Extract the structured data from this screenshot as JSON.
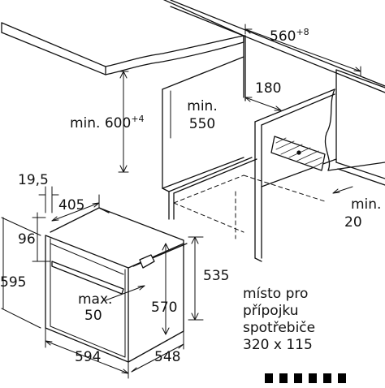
{
  "dimensions": {
    "cabinet_width": {
      "value": "560",
      "sup": "+8"
    },
    "cabinet_height": {
      "value": "min. 600",
      "sup": "+4"
    },
    "cabinet_depth": "min. 550",
    "rear_gap": "180",
    "panel_gap": "19,5",
    "panel_to_body": "405",
    "top_offset": "96",
    "front_height": "595",
    "body_height": "535",
    "inner_height": "570",
    "bottom_gap": "max.",
    "bottom_gap_value": "50",
    "front_width": "594",
    "body_depth": "548",
    "side_clearance": "min.",
    "side_clearance_value": "20"
  },
  "note": {
    "line1": "místo pro",
    "line2": "přípojku",
    "line3": "spotřebiče",
    "line4": "320 x 115"
  },
  "colors": {
    "line": "#111111",
    "hatch": "#333333",
    "background": "#ffffff"
  }
}
